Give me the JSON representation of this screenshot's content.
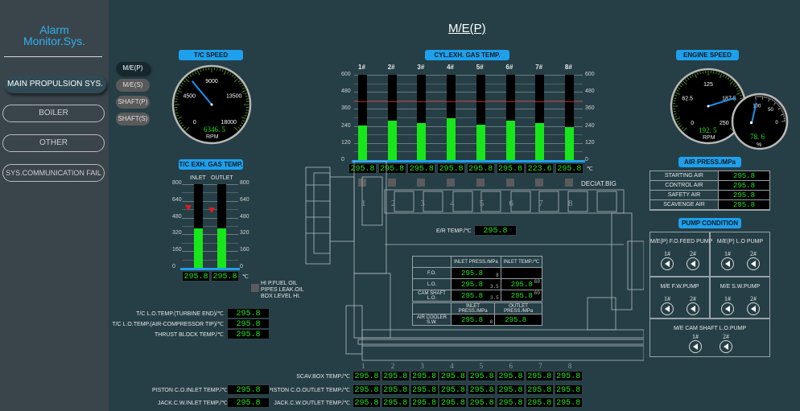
{
  "sidebar": {
    "logo_line1": "Alarm",
    "logo_line2": "Monitor.Sys.",
    "items": [
      {
        "label": "MAIN PROPULSION SYS.",
        "active": true
      },
      {
        "label": "BOILER",
        "active": false
      },
      {
        "label": "OTHER",
        "active": false
      },
      {
        "label": "SYS.COMMUNICATION FAIL",
        "active": false
      }
    ]
  },
  "subnav": [
    {
      "label": "M/E(P)",
      "active": true
    },
    {
      "label": "M/E(S)",
      "active": false
    },
    {
      "label": "SHAFT(P)",
      "active": false
    },
    {
      "label": "SHAFT(S)",
      "active": false
    }
  ],
  "page_title": "M/E(P)",
  "tc_speed": {
    "title": "T/C SPEED",
    "ticks": [
      "0",
      "4500",
      "9000",
      "13500",
      "18000"
    ],
    "min": 0,
    "max": 18000,
    "value": 6346.5,
    "value_text": "6346. 5",
    "unit": "RPM"
  },
  "tc_exh_gas": {
    "title": "T/C EXH. GAS TEMP.",
    "columns": [
      "INLET",
      "OUTLET"
    ],
    "ticks": [
      "800",
      "640",
      "480",
      "320",
      "160",
      "0"
    ],
    "max": 800,
    "values": [
      380,
      380
    ],
    "alarm_markers": [
      570,
      545
    ],
    "readouts": [
      "295.8",
      "295.8"
    ],
    "unit": "℃"
  },
  "cyl_exh_gas": {
    "title": "CYL.EXH. GAS TEMP.",
    "cylinders": [
      "1#",
      "2#",
      "3#",
      "4#",
      "5#",
      "6#",
      "7#",
      "8#"
    ],
    "ticks": [
      "600",
      "480",
      "360",
      "240",
      "120",
      "0"
    ],
    "max": 600,
    "alarm_line": 415,
    "values": [
      241,
      275,
      258,
      292,
      247,
      275,
      258,
      230
    ],
    "readouts": [
      "295.8",
      "295.8",
      "295.8",
      "295.8",
      "295.8",
      "295.8",
      "223.6",
      "295.8"
    ],
    "unit": "℃",
    "deviation_label": "DECIAT.BIG"
  },
  "engine_speed": {
    "title": "ENGINE SPEED",
    "ticks": [
      "0",
      "62.5",
      "125",
      "187.5",
      "250"
    ],
    "min": 0,
    "max": 250,
    "value": 192.5,
    "value_text": "192. 5",
    "unit": "RPM",
    "load": {
      "ticks": [
        "0",
        "50",
        "100"
      ],
      "value": 78.6,
      "value_text": "78. 6",
      "unit": "%"
    }
  },
  "air_press": {
    "title": "AIR PRESS./MPa",
    "rows": [
      {
        "label": "STARTING AIR",
        "value": "295.8"
      },
      {
        "label": "CONTROL AIR",
        "value": "295.8"
      },
      {
        "label": "SAFETY AIR",
        "value": "295.8"
      },
      {
        "label": "SCAVENGE AIR",
        "value": "295.8"
      }
    ]
  },
  "pump_condition": {
    "title": "PUMP CONDITION",
    "groups": [
      {
        "label": "M/E(P) F.O.FEED PUMP",
        "pumps": [
          "1#",
          "2#"
        ]
      },
      {
        "label": "M/E(P) L.O PUMP",
        "pumps": [
          "1#",
          "2#"
        ]
      },
      {
        "label": "M/E F.W.PUMP",
        "pumps": [
          "1#",
          "2#"
        ]
      },
      {
        "label": "M/E S.W.PUMP",
        "pumps": [
          "1#",
          "2#"
        ]
      },
      {
        "label": "M/E CAM SHAFT L.O.PUMP",
        "pumps": [
          "1#",
          "2#"
        ]
      }
    ]
  },
  "er_temp": {
    "label": "E/R TEMP./℃",
    "value": "295.8"
  },
  "oil_table": {
    "headers": [
      "",
      "INLET PRESS./MPa",
      "INLET TEMP./℃"
    ],
    "rows": [
      {
        "label": "F.O.",
        "press": "295.8",
        "press_lim": "8",
        "temp": "",
        "temp_lim": ""
      },
      {
        "label": "L.O.",
        "press": "295.8",
        "press_lim": "3.5",
        "temp": "295.8",
        "temp_lim": "60"
      },
      {
        "label": "CAM SHAFT L.O.",
        "press": "295.8",
        "press_lim": "3.5",
        "temp": "295.8",
        "temp_lim": "60"
      }
    ]
  },
  "cooler_table": {
    "headers": [
      "",
      "INLET PRESS./MPa",
      "OUTLET PRESS./MPa"
    ],
    "rows": [
      {
        "label": "AIR COOLER S.W.",
        "inlet": "295.8",
        "inlet_lim": "8",
        "outlet": "295.8"
      }
    ]
  },
  "leak_alarm": {
    "line1": "HI P.FUEL OIL",
    "line2": "PIPES LEAK.OIL",
    "line3": "BOX LEVEL HI."
  },
  "left_readouts": [
    {
      "label": "T/C L.O.TEMP.(TURBINE END)/℃",
      "value": "295.8"
    },
    {
      "label": "T/C L.O.TEMP.(AIR-COMPRESSOR TIP)/℃",
      "value": "295.8"
    },
    {
      "label": "THRUST BLOCK TEMP./℃",
      "value": "295.8"
    }
  ],
  "bottom": {
    "cyl_numbers": [
      "1",
      "2",
      "3",
      "4",
      "5",
      "6",
      "7",
      "8"
    ],
    "rows": [
      {
        "label": "SCAV.BOX TEMP./℃",
        "values": [
          "295.8",
          "295.8",
          "295.8",
          "295.8",
          "295.8",
          "295.8",
          "295.8",
          "295.8"
        ]
      },
      {
        "label": "PISTON C.O.OUTLET TEMP./℃",
        "values": [
          "295.8",
          "295.8",
          "295.8",
          "295.8",
          "295.8",
          "295.8",
          "295.8",
          "295.8"
        ]
      },
      {
        "label": "JACK.C.W.OUTLET TEMP./℃",
        "values": [
          "295.8",
          "295.8",
          "295.8",
          "295.8",
          "295.8",
          "295.8",
          "295.8",
          "295.8"
        ]
      }
    ],
    "piston_inlet": {
      "label": "PISTON C.O.INLET TEMP./℃",
      "value": "295.8"
    },
    "jack_inlet": {
      "label": "JACK.C.W.INLET TEMP./℃",
      "value": "295.8"
    }
  }
}
